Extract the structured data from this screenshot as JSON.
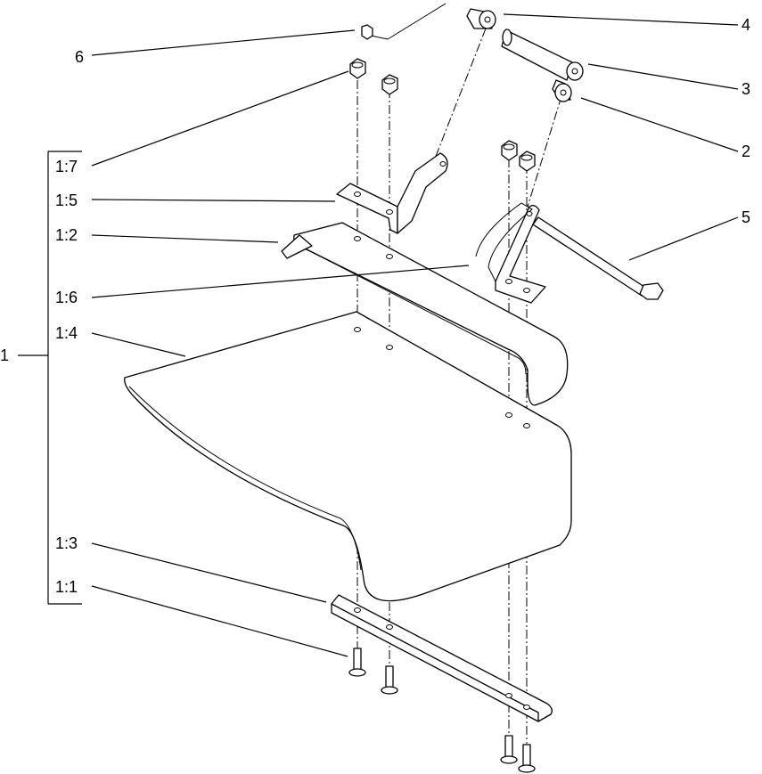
{
  "callouts": {
    "c1": "1",
    "c1_1": "1:1",
    "c1_2": "1:2",
    "c1_3": "1:3",
    "c1_4": "1:4",
    "c1_5": "1:5",
    "c1_6": "1:6",
    "c1_7": "1:7",
    "c2": "2",
    "c3": "3",
    "c4": "4",
    "c5": "5",
    "c6": "6"
  },
  "colors": {
    "line": "#000000",
    "background": "#ffffff"
  }
}
